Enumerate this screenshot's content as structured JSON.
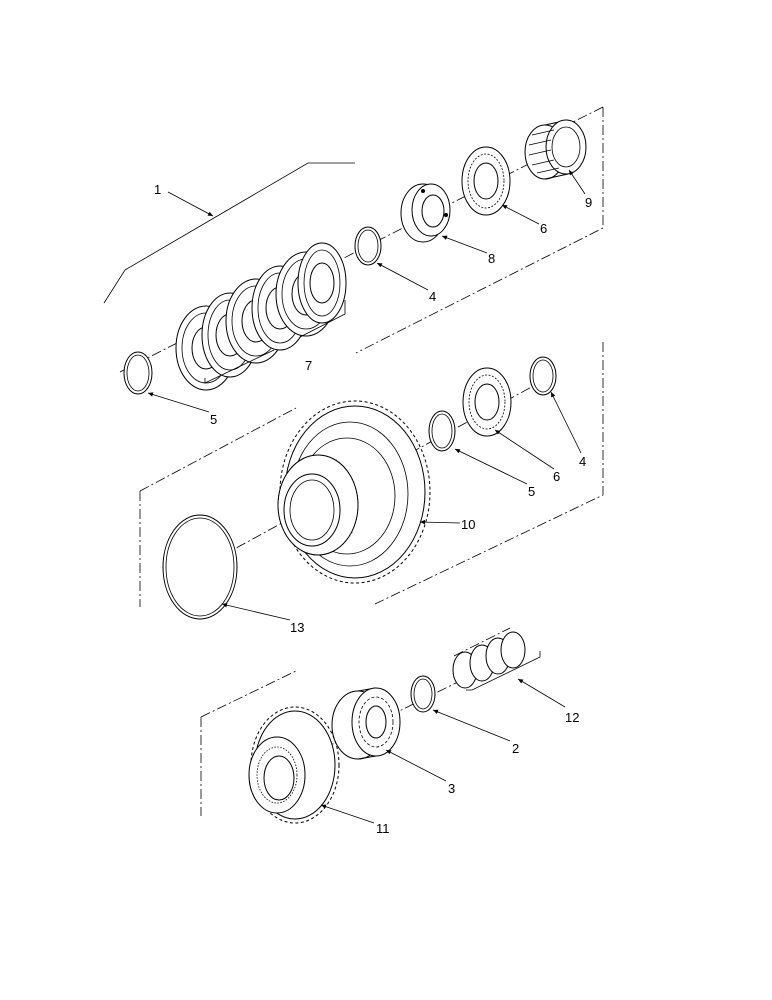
{
  "diagram": {
    "type": "exploded parts view",
    "line_color": "#000000",
    "background": "#ffffff"
  },
  "callouts": {
    "c1": "1",
    "c2": "2",
    "c3": "3",
    "c4a": "4",
    "c4b": "4",
    "c5a": "5",
    "c5b": "5",
    "c6a": "6",
    "c6b": "6",
    "c7": "7",
    "c8": "8",
    "c9": "9",
    "c10": "10",
    "c11": "11",
    "c12": "12",
    "c13": "13"
  }
}
